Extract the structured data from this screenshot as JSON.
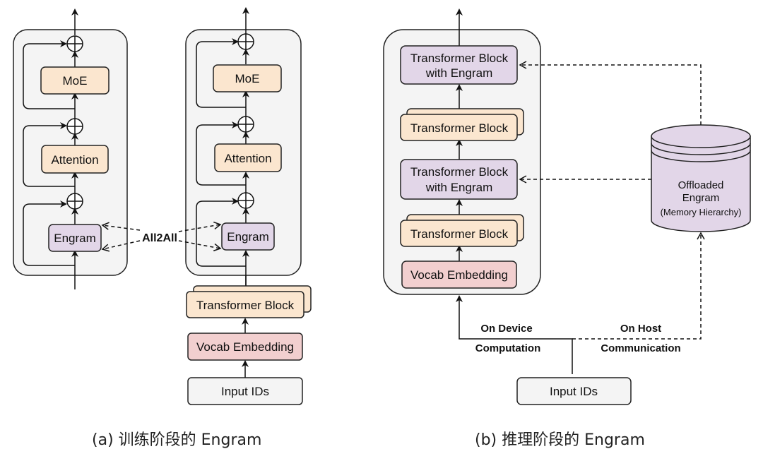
{
  "colors": {
    "container_fill": "#f4f4f4",
    "orange_fill": "#fbe6cf",
    "purple_fill": "#e2d6e8",
    "pink_fill": "#f2cfcf",
    "gray_fill": "#f4f4f4",
    "stroke": "#222222"
  },
  "panel_a": {
    "caption": "(a)  训练阶段的 Engram",
    "left_block": {
      "moe": "MoE",
      "attention": "Attention",
      "engram": "Engram"
    },
    "right_block": {
      "moe": "MoE",
      "attention": "Attention",
      "engram": "Engram"
    },
    "all2all": "All2All",
    "transformer_block": "Transformer Block",
    "vocab_embedding": "Vocab Embedding",
    "input_ids": "Input IDs"
  },
  "panel_b": {
    "caption": "(b)  推理阶段的 Engram",
    "tb_engram_top_1": "Transformer Block",
    "tb_engram_top_2": "with Engram",
    "transformer_block_1": "Transformer Block",
    "tb_engram_mid_1": "Transformer Block",
    "tb_engram_mid_2": "with Engram",
    "transformer_block_2": "Transformer Block",
    "vocab_embedding": "Vocab Embedding",
    "input_ids": "Input IDs",
    "storage_1": "Offloaded",
    "storage_2": "Engram",
    "storage_3": "(Memory Hierarchy)",
    "on_device": "On Device",
    "computation": "Computation",
    "on_host": "On Host",
    "communication": "Communication"
  }
}
